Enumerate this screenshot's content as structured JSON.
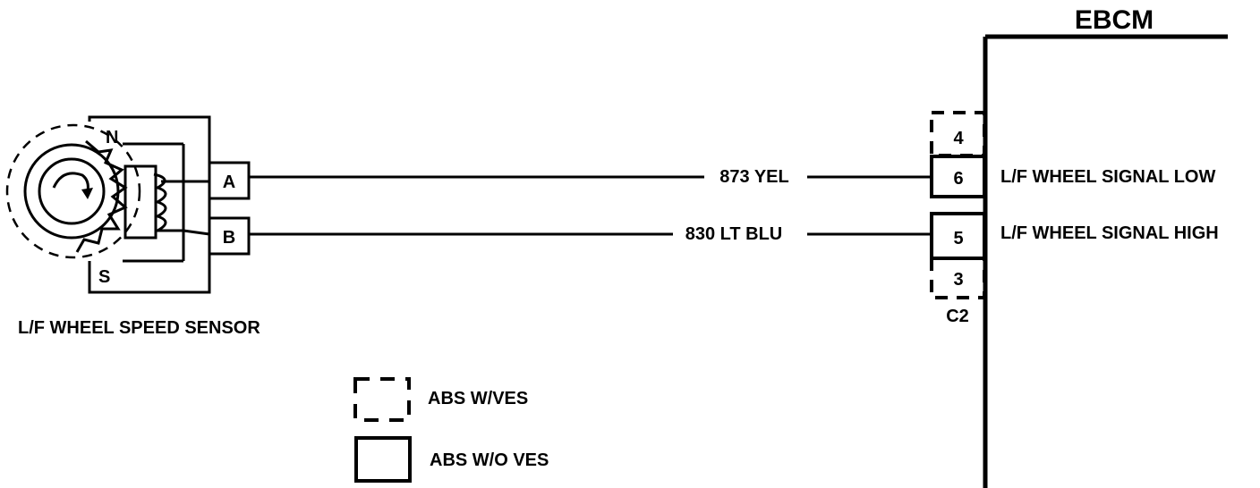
{
  "ebcm": {
    "title": "EBCM",
    "connector": "C2",
    "pins": {
      "p4": "4",
      "p6": "6",
      "p5": "5",
      "p3": "3"
    },
    "signals": {
      "low": "L/F WHEEL SIGNAL LOW",
      "high": "L/F WHEEL SIGNAL HIGH"
    }
  },
  "sensor": {
    "label": "L/F WHEEL SPEED SENSOR",
    "pole_north": "N",
    "pole_south": "S",
    "terminal_a": "A",
    "terminal_b": "B"
  },
  "wires": {
    "upper": "873 YEL",
    "lower": "830 LT BLU"
  },
  "legend": {
    "dashed_label": "ABS W/VES",
    "solid_label": "ABS W/O VES"
  },
  "colors": {
    "ink": "#000000",
    "background": "#ffffff"
  }
}
